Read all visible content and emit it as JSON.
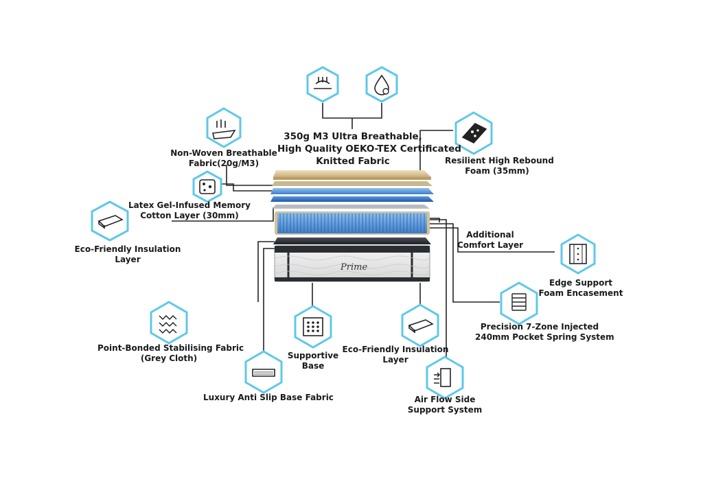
{
  "colors": {
    "hex_stroke": "#5ec8e8",
    "line": "#222222",
    "icon": "#222222",
    "blue_light": "#6fa9dc",
    "blue_dark": "#2f6fbf",
    "foam": "#d9c49a",
    "cover": "#e8e8e8"
  },
  "brand": "Prime",
  "labels": {
    "top_fabric": [
      "350g M3 Ultra Breathable,",
      "High Quality OEKO-TEX Certificated",
      "Knitted Fabric"
    ],
    "non_woven": [
      "Non-Woven Breathable",
      "Fabric(20g/M3)"
    ],
    "latex_gel": [
      "Latex Gel-Infused Memory",
      "Cotton Layer (30mm)"
    ],
    "eco_left": [
      "Eco-Friendly Insulation",
      "Layer"
    ],
    "point_bonded": [
      "Point-Bonded Stabilising Fabric",
      "(Grey Cloth)"
    ],
    "anti_slip": [
      "Luxury Anti Slip Base Fabric"
    ],
    "supportive_base": [
      "Supportive",
      "Base"
    ],
    "eco_right": [
      "Eco-Friendly Insulation",
      "Layer"
    ],
    "air_flow": [
      "Air Flow Side",
      "Support System"
    ],
    "pocket_spring": [
      "Precision 7-Zone Injected",
      "240mm Pocket Spring System"
    ],
    "edge_support": [
      "Edge Support",
      "Foam Encasement"
    ],
    "comfort_layer": [
      "Additional",
      "Comfort Layer"
    ],
    "resilient_foam": [
      "Resilient High Rebound",
      "Foam (35mm)"
    ]
  },
  "icons": [
    "breathable-fabric-icon",
    "moisture-drop-icon",
    "non-woven-fabric-icon",
    "gel-foam-icon",
    "insulation-pad-icon",
    "point-bonded-fabric-icon",
    "anti-slip-base-icon",
    "supportive-base-icon",
    "eco-insulation-icon",
    "air-flow-icon",
    "pocket-spring-icon",
    "edge-support-icon",
    "rebound-foam-icon"
  ]
}
